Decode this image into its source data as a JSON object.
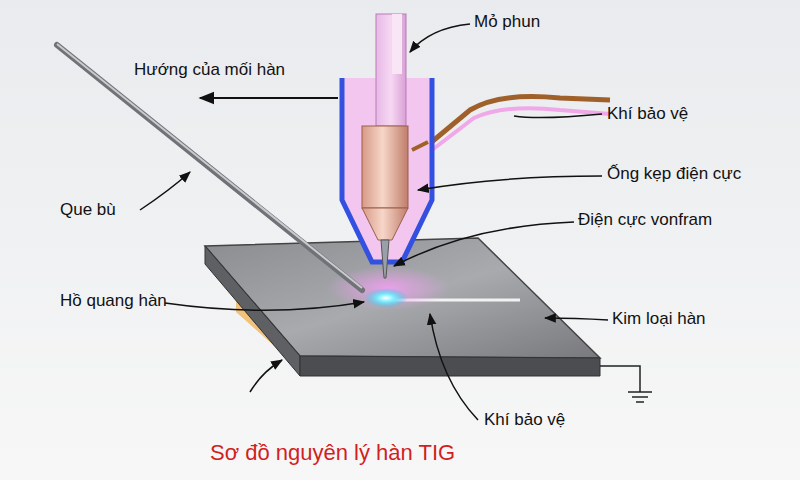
{
  "diagram": {
    "caption": "Sơ đồ nguyên lý hàn TIG",
    "labels": [
      "Mỏ phun",
      "Hướng của mối hàn",
      "Khí bảo vệ",
      "Ống kẹp điện cực",
      "Điện cực vonfram",
      "Que bù",
      "Hồ quang hàn",
      "Kim loại hàn",
      "Khí bảo vệ"
    ]
  }
}
